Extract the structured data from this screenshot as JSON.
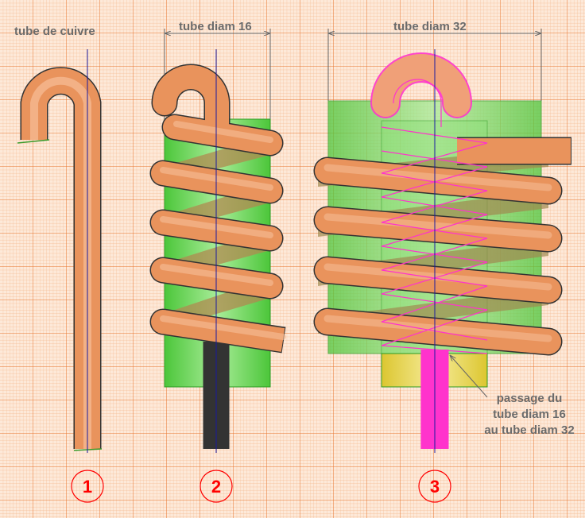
{
  "labels": {
    "fig1_title": "tube de cuivre",
    "fig2_dimension": "tube diam 16",
    "fig3_dimension": "tube diam 32",
    "annotation_line1": "passage du",
    "annotation_line2": "tube diam 16",
    "annotation_line3": "au tube diam 32"
  },
  "figure_numbers": [
    "1",
    "2",
    "3"
  ],
  "colors": {
    "grid_major": "#e8742c",
    "grid_minor": "#f6b98e",
    "background": "#fde9d9",
    "tube": "#e9935c",
    "axis": "#1a1aa0",
    "form_green": "#5fd04a",
    "form_yellow": "#e6d24a",
    "outline_magenta": "#ff33cc",
    "number_red": "#ff0000"
  }
}
